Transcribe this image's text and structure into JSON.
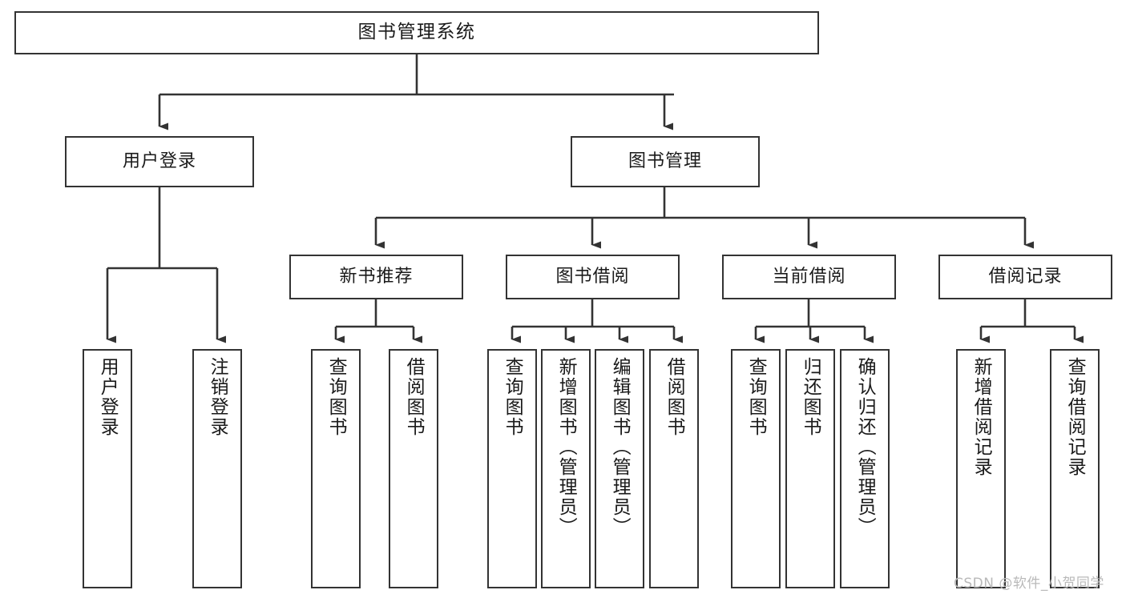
{
  "diagram": {
    "title": "图书管理系统",
    "type": "tree-hierarchy",
    "root": {
      "label": "图书管理系统"
    },
    "level2": [
      {
        "label": "用户登录"
      },
      {
        "label": "图书管理"
      }
    ],
    "level3": [
      {
        "label": "新书推荐"
      },
      {
        "label": "图书借阅"
      },
      {
        "label": "当前借阅"
      },
      {
        "label": "借阅记录"
      }
    ],
    "leaves": {
      "user_login": [
        {
          "label": "用户登录"
        },
        {
          "label": "注销登录"
        }
      ],
      "new_book_recommend": [
        {
          "label": "查询图书"
        },
        {
          "label": "借阅图书"
        }
      ],
      "book_borrow": [
        {
          "label": "查询图书"
        },
        {
          "label": "新增图书（管理员）"
        },
        {
          "label": "编辑图书（管理员）"
        },
        {
          "label": "借阅图书"
        }
      ],
      "current_borrow": [
        {
          "label": "查询图书"
        },
        {
          "label": "归还图书"
        },
        {
          "label": "确认归还（管理员）"
        }
      ],
      "borrow_record": [
        {
          "label": "新增借阅记录"
        },
        {
          "label": "查询借阅记录"
        }
      ]
    }
  },
  "watermark": {
    "text": "CSDN @软件_小贺同学"
  },
  "colors": {
    "border": "#333333",
    "text": "#1a1a1a",
    "background": "#ffffff",
    "watermark": "#b9b9b9"
  }
}
